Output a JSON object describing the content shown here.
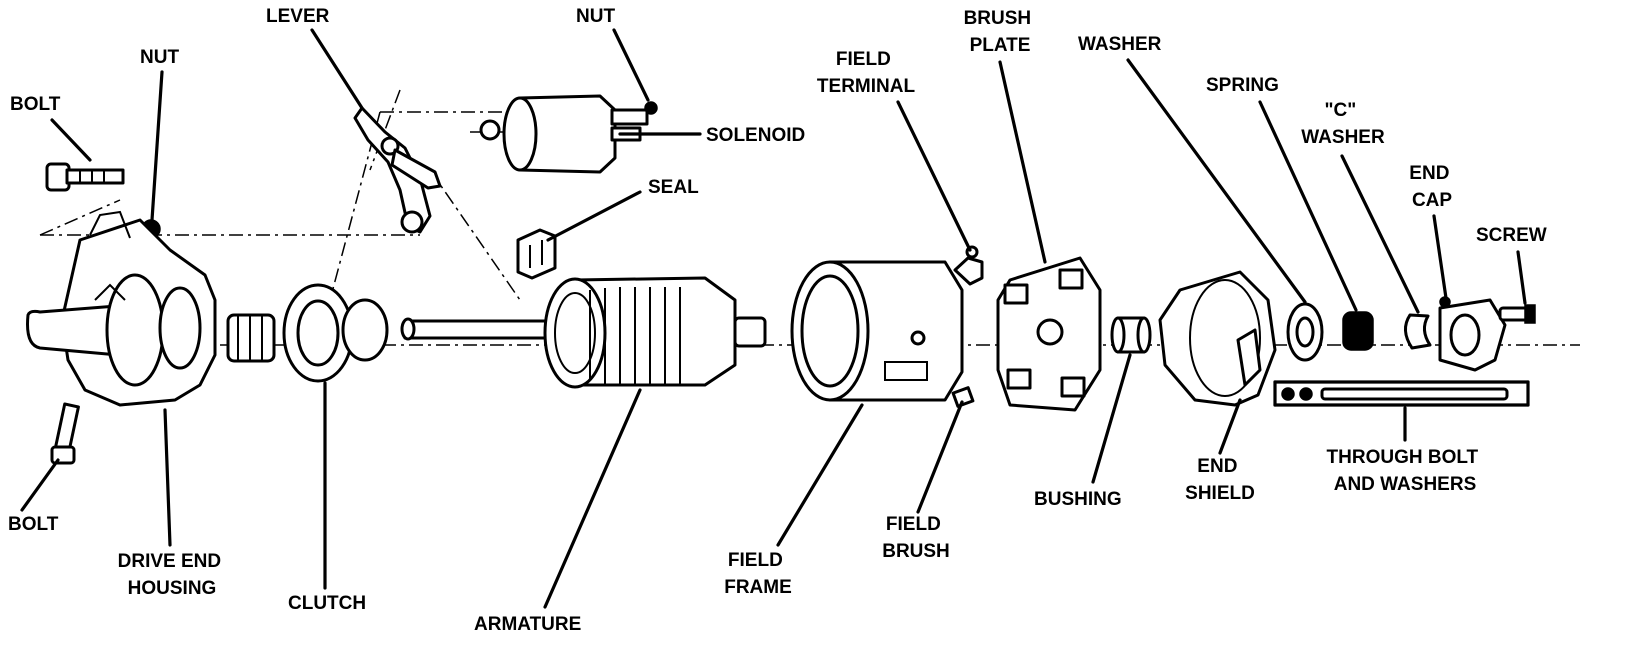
{
  "labels": {
    "bolt_top": "BOLT",
    "nut_left": "NUT",
    "lever": "LEVER",
    "nut_top": "NUT",
    "solenoid": "SOLENOID",
    "seal": "SEAL",
    "field_terminal_1": "FIELD",
    "field_terminal_2": "TERMINAL",
    "brush_plate_1": "BRUSH",
    "brush_plate_2": "PLATE",
    "washer": "WASHER",
    "spring": "SPRING",
    "c_washer_1": "\"C\"",
    "c_washer_2": "WASHER",
    "end_cap_1": "END",
    "end_cap_2": "CAP",
    "screw": "SCREW",
    "bolt_bottom": "BOLT",
    "drive_end_housing_1": "DRIVE END",
    "drive_end_housing_2": "HOUSING",
    "clutch": "CLUTCH",
    "armature": "ARMATURE",
    "field_frame_1": "FIELD",
    "field_frame_2": "FRAME",
    "field_brush_1": "FIELD",
    "field_brush_2": "BRUSH",
    "bushing": "BUSHING",
    "end_shield_1": "END",
    "end_shield_2": "SHIELD",
    "through_bolt_1": "THROUGH BOLT",
    "through_bolt_2": "AND WASHERS"
  }
}
